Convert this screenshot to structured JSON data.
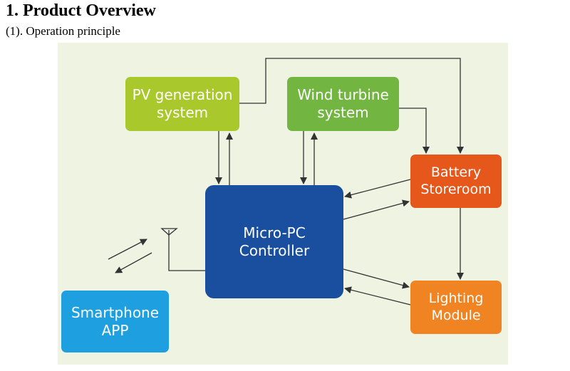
{
  "header": {
    "title": "1. Product Overview",
    "subtitle": "(1). Operation principle"
  },
  "diagram": {
    "nodes": {
      "pv": {
        "line1": "PV generation",
        "line2": "system"
      },
      "wind": {
        "line1": "Wind turbine",
        "line2": "system"
      },
      "battery": {
        "line1": "Battery",
        "line2": "Storeroom"
      },
      "controller": {
        "line1": "Micro-PC",
        "line2": "Controller"
      },
      "lighting": {
        "line1": "Lighting",
        "line2": "Module"
      },
      "phone": {
        "line1": "Smartphone",
        "line2": "APP"
      }
    },
    "colors": {
      "background": "#eef3e2",
      "pv": "#a8c82c",
      "wind": "#72b641",
      "battery": "#e6571c",
      "controller": "#1a4fa0",
      "lighting": "#f08322",
      "phone": "#1e9fe0",
      "arrows": "#333333"
    }
  }
}
